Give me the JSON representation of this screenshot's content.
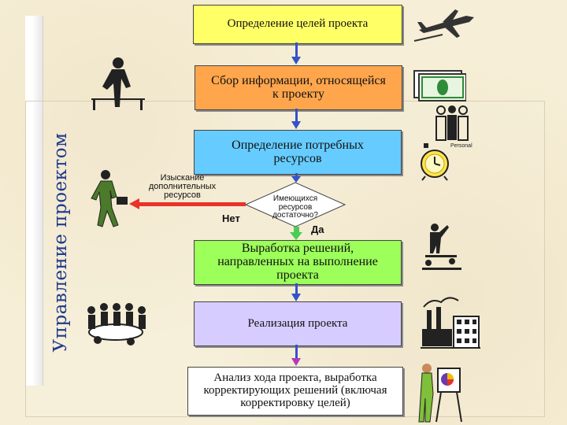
{
  "side_label": "Управление проектом",
  "steps": {
    "goals": "Определение целей проекта",
    "info": "Сбор информации, относящейся к проекту",
    "resources": "Определение потребных ресурсов",
    "decision": "Имеющихся ресурсов достаточно?",
    "solutions": "Выработка решений, направленных на выполнение проекта",
    "implementation": "Реализация проекта",
    "analysis": "Анализ хода проекта, выработка корректирующих решений (включая корректировку целей)"
  },
  "branch": {
    "extra": "Изыскание дополнительных ресурсов",
    "no": "Нет",
    "yes": "Да"
  },
  "clock_text": "Personal",
  "colors": {
    "yellow": "#ffff66",
    "orange": "#ffa64d",
    "cyan": "#66ccff",
    "green": "#9cff5a",
    "lavender": "#d7ccff",
    "white": "#ffffff",
    "arrow": "#3552c8",
    "red": "#e8322a",
    "green_arrow": "#4dcc55",
    "side_label": "#1f3a8c"
  },
  "icons": [
    "airplane-icon",
    "banknote-icon",
    "businessman-icon",
    "people-icon",
    "clock-icon",
    "walking-man-icon",
    "speaker-icon",
    "meeting-icon",
    "factory-icon",
    "painter-icon"
  ]
}
